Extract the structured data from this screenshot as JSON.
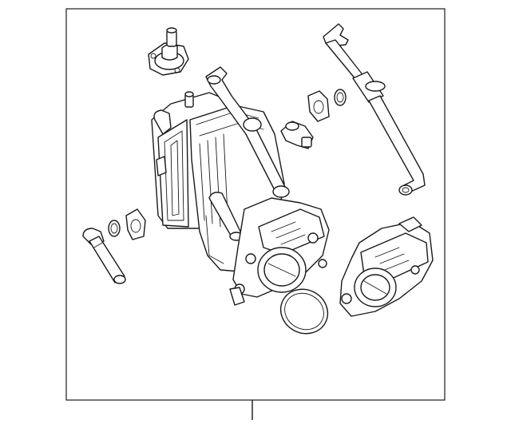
{
  "diagram": {
    "background_color": "#ffffff",
    "frame_color": "#1a1a1a",
    "components": [
      "intercooler-assembly",
      "throttle-body",
      "throttle-body-gasket",
      "coolant-pipe-right",
      "coolant-pipe-left",
      "sensor",
      "clamp-left",
      "o-ring-left",
      "clamp-right",
      "o-ring-right",
      "connector-fitting",
      "intercooler-throttle-housing"
    ]
  }
}
